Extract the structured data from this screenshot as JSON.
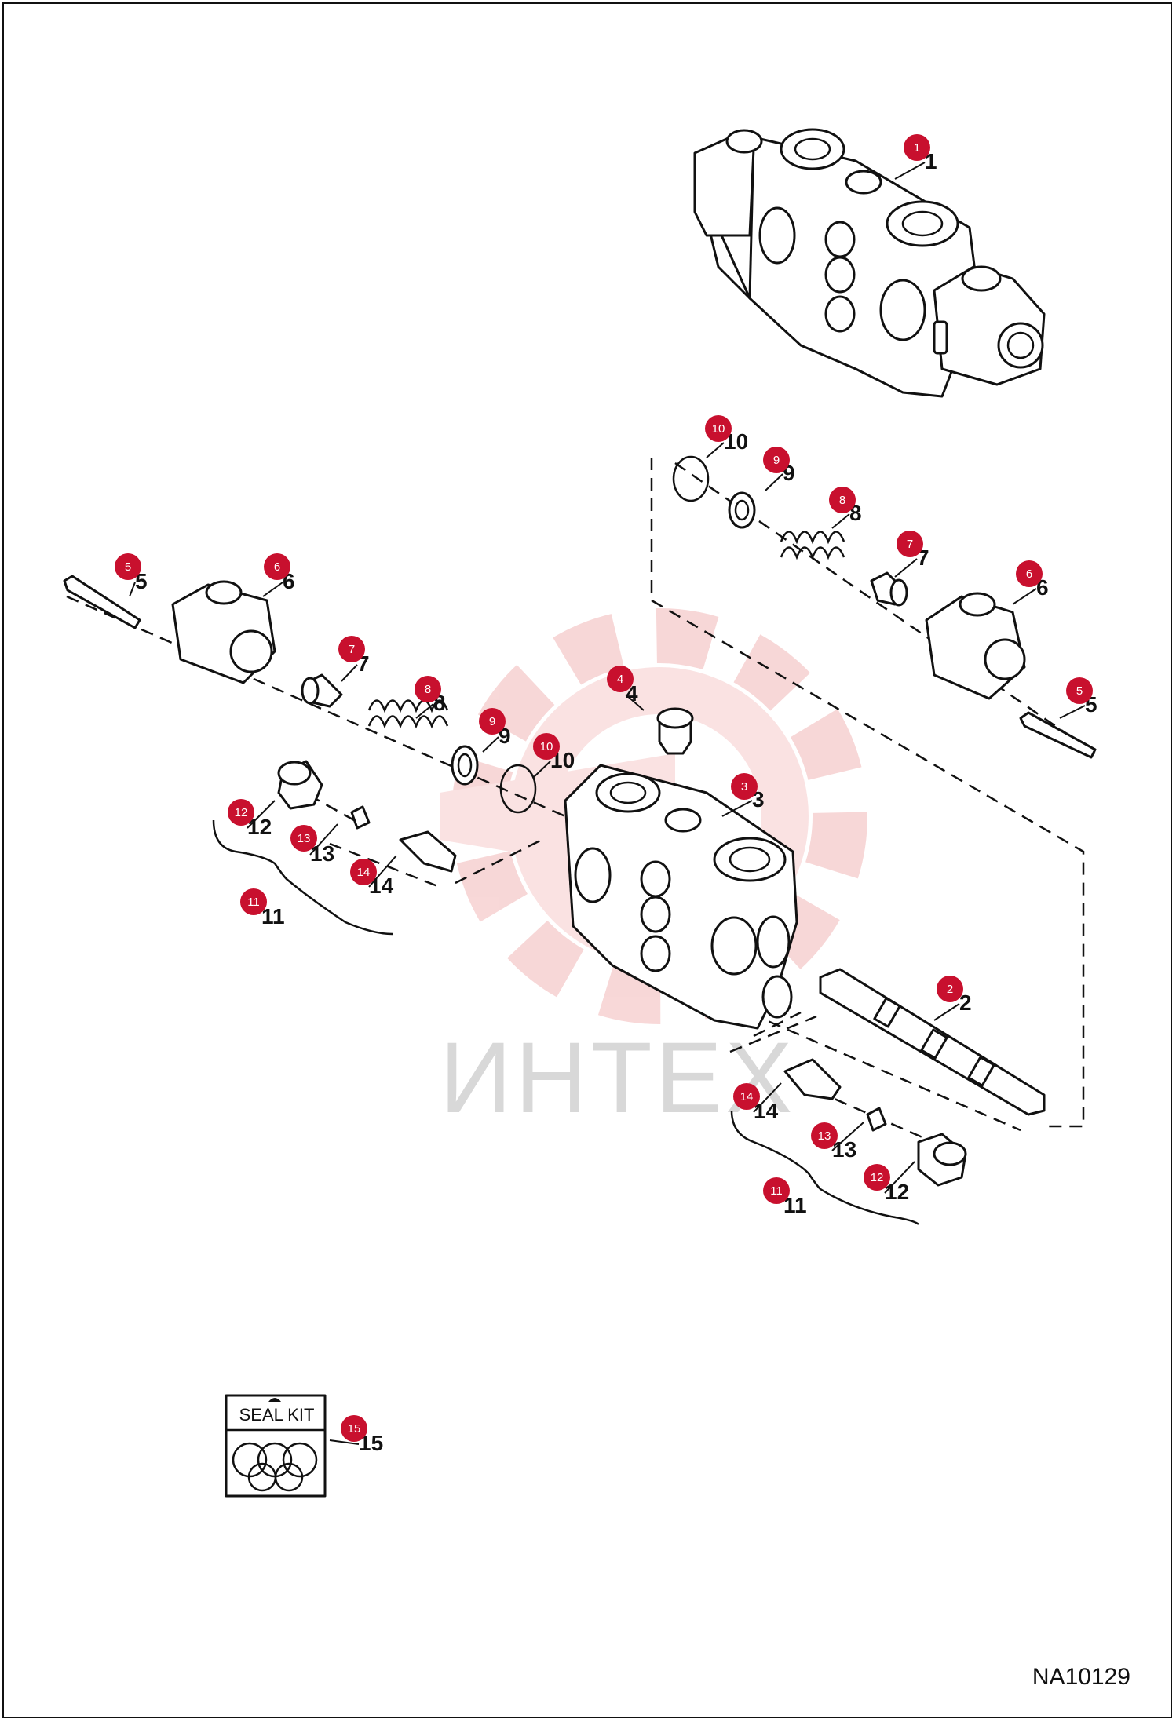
{
  "diagram": {
    "drawing_code": "NA10129",
    "watermark": "ИНТЕХ",
    "seal_kit_label": "SEAL KIT",
    "badge_color": "#c8102e",
    "watermark_color": "#f2b8b8",
    "callouts": [
      {
        "num": "1",
        "label": "1"
      },
      {
        "num": "2",
        "label": "2"
      },
      {
        "num": "3",
        "label": "3"
      },
      {
        "num": "4",
        "label": "4"
      },
      {
        "num": "5",
        "label": "5"
      },
      {
        "num": "5",
        "label": "5"
      },
      {
        "num": "6",
        "label": "6"
      },
      {
        "num": "6",
        "label": "6"
      },
      {
        "num": "7",
        "label": "7"
      },
      {
        "num": "7",
        "label": "7"
      },
      {
        "num": "8",
        "label": "8"
      },
      {
        "num": "8",
        "label": "8"
      },
      {
        "num": "9",
        "label": "9"
      },
      {
        "num": "9",
        "label": "9"
      },
      {
        "num": "10",
        "label": "10"
      },
      {
        "num": "10",
        "label": "10"
      },
      {
        "num": "11",
        "label": "11"
      },
      {
        "num": "11",
        "label": "11"
      },
      {
        "num": "12",
        "label": "12"
      },
      {
        "num": "12",
        "label": "12"
      },
      {
        "num": "13",
        "label": "13"
      },
      {
        "num": "13",
        "label": "13"
      },
      {
        "num": "14",
        "label": "14"
      },
      {
        "num": "14",
        "label": "14"
      },
      {
        "num": "15",
        "label": "15"
      }
    ]
  }
}
